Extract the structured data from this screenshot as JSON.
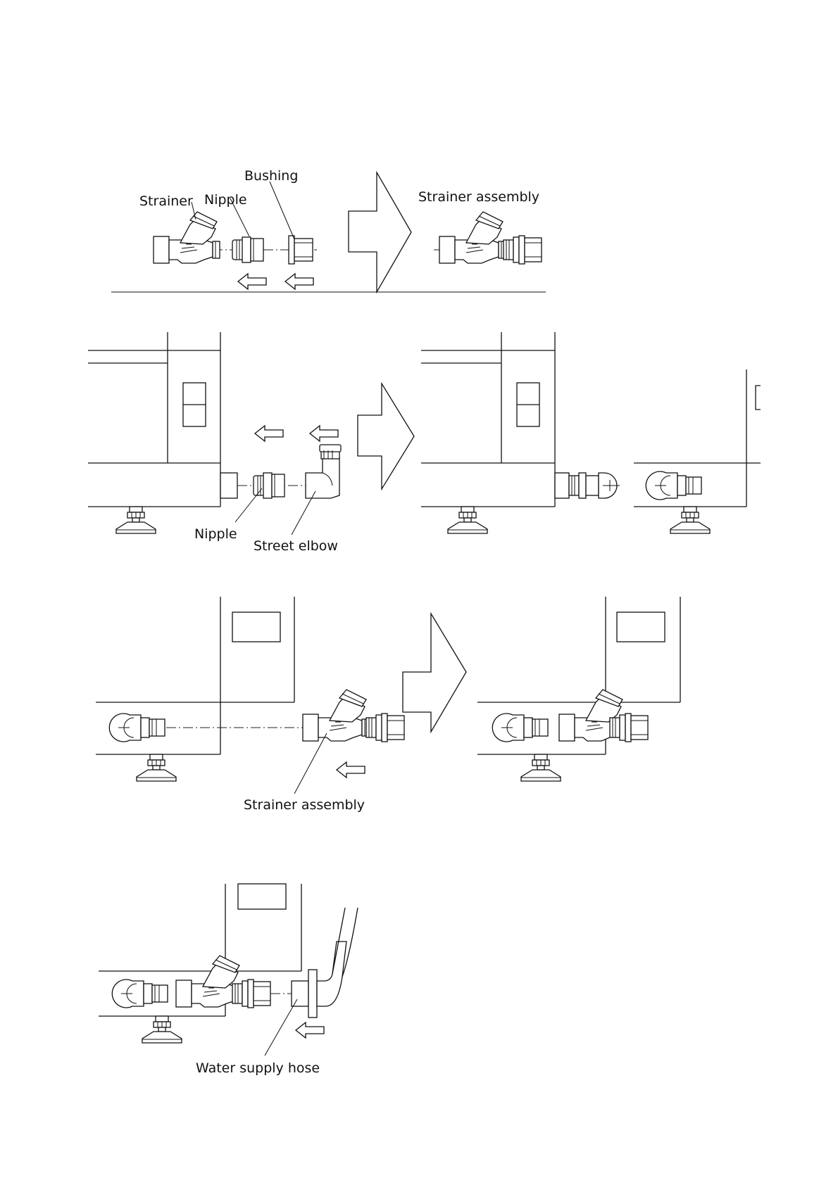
{
  "steps": [
    {
      "labels": {
        "strainer": "Strainer",
        "nipple": "Nipple",
        "bushing": "Bushing",
        "result": "Strainer assembly"
      }
    },
    {
      "labels": {
        "nipple": "Nipple",
        "street_elbow": "Street elbow"
      }
    },
    {
      "labels": {
        "strainer_assembly": "Strainer assembly"
      }
    },
    {
      "labels": {
        "water_supply_hose": "Water supply hose"
      }
    }
  ],
  "colors": {
    "line": "#111111",
    "background": "#ffffff"
  }
}
